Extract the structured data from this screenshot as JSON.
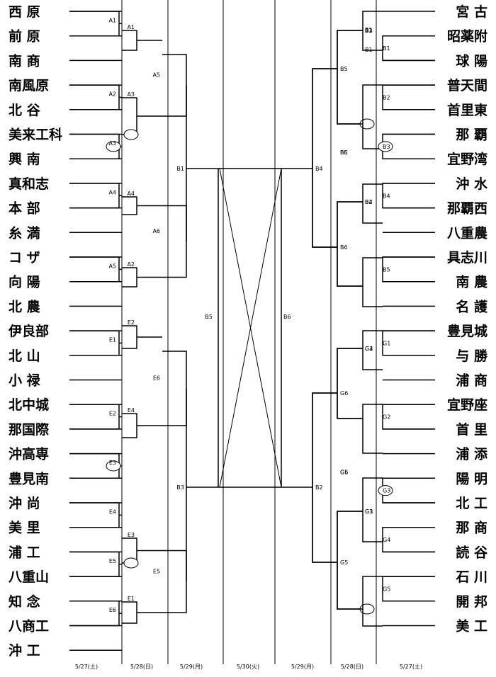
{
  "left_teams": [
    "西 原",
    "前 原",
    "南 商",
    "南風原",
    "北 谷",
    "美来工科",
    "興 南",
    "真和志",
    "本 部",
    "糸 満",
    "コ ザ",
    "向 陽",
    "北 農",
    "伊良部",
    "北 山",
    "小 禄",
    "北中城",
    "那国際",
    "沖高専",
    "豊見南",
    "沖 尚",
    "美 里",
    "浦 工",
    "八重山",
    "知 念",
    "八商工",
    "沖 工"
  ],
  "right_teams": [
    "宮 古",
    "昭薬附",
    "球 陽",
    "普天間",
    "首里東",
    "那 覇",
    "宜野湾",
    "沖 水",
    "那覇西",
    "八重農",
    "具志川",
    "南 農",
    "名 護",
    "豊見城",
    "与 勝",
    "浦 商",
    "宜野座",
    "首 里",
    "浦 添",
    "陽 明",
    "北 工",
    "那 商",
    "読 谷",
    "石 川",
    "開 邦",
    "美 工"
  ],
  "left_r1_codes": [
    "A1",
    "A2",
    "A3",
    "A4",
    "A5",
    "E1",
    "E2",
    "E3",
    "E4",
    "E5",
    "E6"
  ],
  "left_r2_codes": [
    "A1",
    "A3",
    "A4",
    "A2",
    "E2",
    "E4",
    "E3",
    "E1"
  ],
  "left_r3_codes": [
    "A5",
    "A6",
    "E6",
    "E5"
  ],
  "left_r4_codes": [
    "B1",
    "B3"
  ],
  "center_codes": [
    "B5",
    "B6"
  ],
  "right_r4_codes": [
    "B4",
    "B2"
  ],
  "right_r3_codes": [
    "B5",
    "B6",
    "G6",
    "G5"
  ],
  "right_r2_codes": [
    "B1",
    "B3",
    "B4",
    "B2",
    "G2",
    "G4",
    "G3",
    "G1"
  ],
  "right_r1_codes": [
    "B1",
    "B2",
    "B3",
    "B4",
    "B5",
    "G1",
    "G2",
    "G3",
    "G4",
    "G5"
  ],
  "dates": [
    "5/27(土)",
    "5/28(日)",
    "5/29(月)",
    "5/30(火)",
    "5/29(月)",
    "5/28(日)",
    "5/27(土)"
  ]
}
